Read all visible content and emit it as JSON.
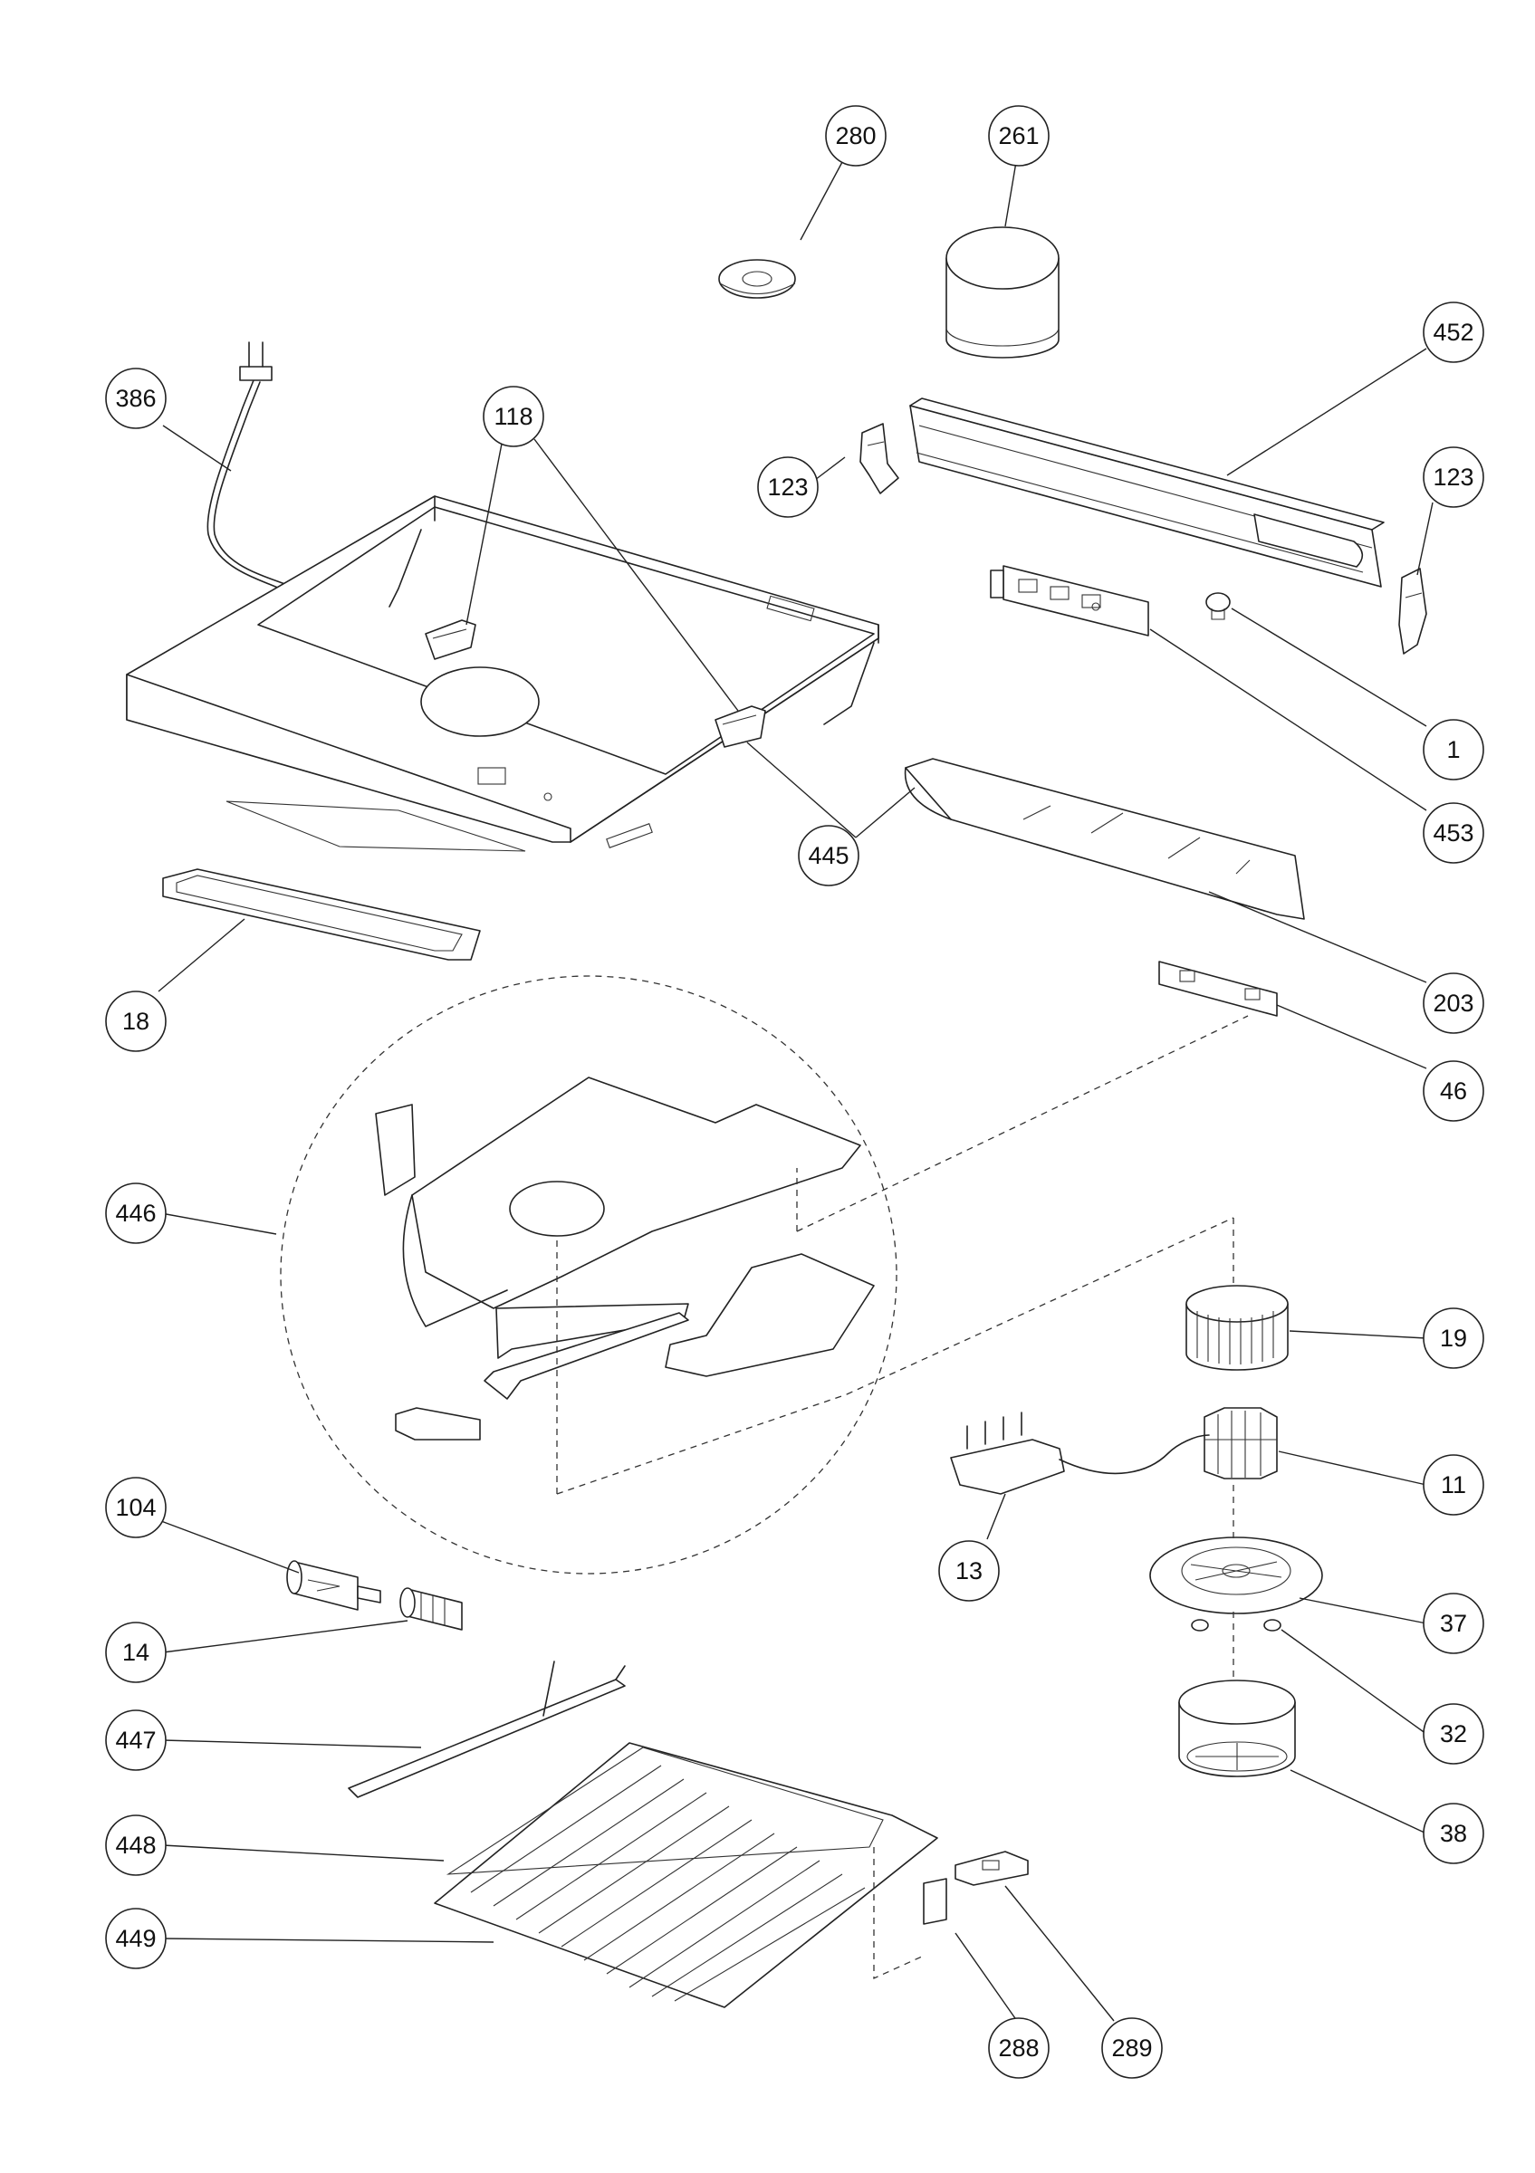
{
  "diagram": {
    "callouts": [
      {
        "id": "c280",
        "label": "280"
      },
      {
        "id": "c261",
        "label": "261"
      },
      {
        "id": "c452",
        "label": "452"
      },
      {
        "id": "c386",
        "label": "386"
      },
      {
        "id": "c118",
        "label": "118"
      },
      {
        "id": "c123a",
        "label": "123"
      },
      {
        "id": "c123b",
        "label": "123"
      },
      {
        "id": "c1",
        "label": "1"
      },
      {
        "id": "c453",
        "label": "453"
      },
      {
        "id": "c445",
        "label": "445"
      },
      {
        "id": "c18",
        "label": "18"
      },
      {
        "id": "c203",
        "label": "203"
      },
      {
        "id": "c46",
        "label": "46"
      },
      {
        "id": "c446",
        "label": "446"
      },
      {
        "id": "c19",
        "label": "19"
      },
      {
        "id": "c11",
        "label": "11"
      },
      {
        "id": "c104",
        "label": "104"
      },
      {
        "id": "c13",
        "label": "13"
      },
      {
        "id": "c37",
        "label": "37"
      },
      {
        "id": "c14",
        "label": "14"
      },
      {
        "id": "c32",
        "label": "32"
      },
      {
        "id": "c447",
        "label": "447"
      },
      {
        "id": "c38",
        "label": "38"
      },
      {
        "id": "c448",
        "label": "448"
      },
      {
        "id": "c449",
        "label": "449"
      },
      {
        "id": "c288",
        "label": "288"
      },
      {
        "id": "c289",
        "label": "289"
      }
    ]
  }
}
